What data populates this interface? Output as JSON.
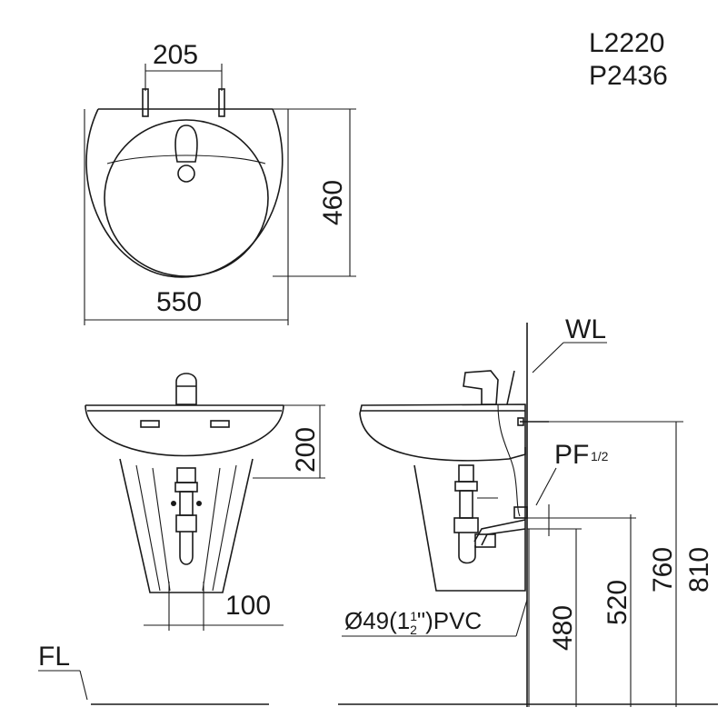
{
  "models": [
    "L2220",
    "P2436"
  ],
  "top_view": {
    "faucet_spacing": "205",
    "depth": "460",
    "width": "550"
  },
  "front_view": {
    "basin_height": "200",
    "pedestal_width": "100"
  },
  "side_view": {
    "wall_label": "WL",
    "fitting_label": "PF",
    "fitting_size": "1/2",
    "drain_label_pre": "Ø49(1",
    "drain_frac_num": "1",
    "drain_frac_den": "2",
    "drain_label_post": "\")PVC",
    "heights": [
      "480",
      "520",
      "760",
      "810"
    ]
  },
  "floor_label": "FL"
}
